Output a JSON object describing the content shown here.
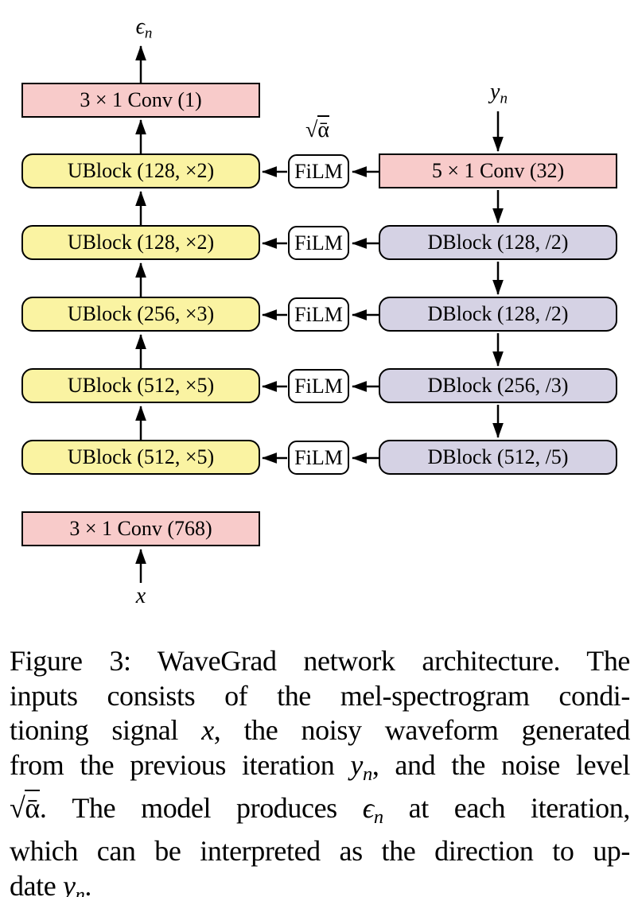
{
  "figure": {
    "type": "architecture-diagram",
    "colors": {
      "conv_block": "#f8cbca",
      "ublock": "#faf3a2",
      "dblock": "#d5d2e4",
      "film_box": "#ffffff",
      "stroke": "#000000",
      "background": "#ffffff"
    },
    "io_labels": {
      "output": {
        "base": "ϵ",
        "sub": "n"
      },
      "waveform": {
        "base": "y",
        "sub": "n"
      },
      "noise": {
        "radical": "√",
        "arg": "ᾱ"
      },
      "input": "x"
    },
    "left_blocks": [
      {
        "label": "3 × 1 Conv (1)",
        "type": "conv"
      },
      {
        "label": "UBlock (128, ×2)",
        "type": "ublock"
      },
      {
        "label": "UBlock (128, ×2)",
        "type": "ublock"
      },
      {
        "label": "UBlock (256, ×3)",
        "type": "ublock"
      },
      {
        "label": "UBlock (512, ×5)",
        "type": "ublock"
      },
      {
        "label": "UBlock (512, ×5)",
        "type": "ublock"
      },
      {
        "label": "3 × 1 Conv (768)",
        "type": "conv"
      }
    ],
    "film_blocks": [
      {
        "label": "FiLM"
      },
      {
        "label": "FiLM"
      },
      {
        "label": "FiLM"
      },
      {
        "label": "FiLM"
      },
      {
        "label": "FiLM"
      }
    ],
    "right_blocks": [
      {
        "label": "5 × 1 Conv (32)",
        "type": "conv"
      },
      {
        "label": "DBlock (128, /2)",
        "type": "dblock"
      },
      {
        "label": "DBlock (128, /2)",
        "type": "dblock"
      },
      {
        "label": "DBlock (256, /3)",
        "type": "dblock"
      },
      {
        "label": "DBlock (512, /5)",
        "type": "dblock"
      }
    ]
  },
  "caption": {
    "l1": "Figure 3: WaveGrad network architecture.  The",
    "l2": "inputs consists of the mel-spectrogram condi-",
    "l3a": "tioning signal ",
    "l3x": "x",
    "l3b": ", the noisy waveform generated",
    "l4a": "from the previous iteration ",
    "l4y": "y",
    "l4ysub": "n",
    "l4b": ", and the noise level",
    "l5rad": "√",
    "l5arg": "ᾱ",
    "l5a": ".  The model produces ",
    "l5eps": "ϵ",
    "l5epssub": "n",
    "l5b": " at each iteration,",
    "l6": "which can be interpreted as the direction to up-",
    "l7a": "date ",
    "l7y": "y",
    "l7ysub": "n",
    "l7b": "."
  }
}
